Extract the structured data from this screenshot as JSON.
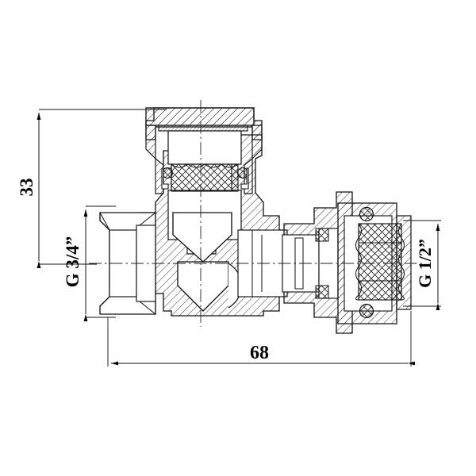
{
  "drawing": {
    "title": "Straight radiator valve cross-section drawing",
    "background_color": "#ffffff",
    "line_color": "#1a1a1a",
    "hatch_color": "#333333"
  },
  "dimensions": {
    "height": {
      "label": "33",
      "name": "height-dimension",
      "orientation": "vertical",
      "position": "left-outer"
    },
    "length": {
      "label": "68",
      "name": "length-dimension",
      "orientation": "horizontal",
      "position": "bottom"
    },
    "inlet_thread": {
      "label": "G 3/4”",
      "name": "inlet-thread-dimension",
      "orientation": "vertical",
      "position": "left-inner"
    },
    "outlet_thread": {
      "label": "G 1/2”",
      "name": "outlet-thread-dimension",
      "orientation": "vertical",
      "position": "right"
    }
  },
  "parts": {
    "bonnet_cap": "bonnet-cap",
    "gasket": "gasket-strip",
    "valve_stem": "valve-stem",
    "stem_thread": "stem-thread",
    "o_ring_left": "o-ring-left",
    "o_ring_right": "o-ring-right",
    "valve_plug": "valve-plug",
    "body": "valve-body",
    "left_flange": "left-flange-nut",
    "union_nut": "union-nut",
    "outlet_thread_region": "outlet-thread-region",
    "o_ring_top": "union-o-ring-top",
    "o_ring_bottom": "union-o-ring-bottom",
    "center_axis_horizontal": "horizontal-center-axis",
    "center_axis_vertical": "vertical-center-axis"
  }
}
